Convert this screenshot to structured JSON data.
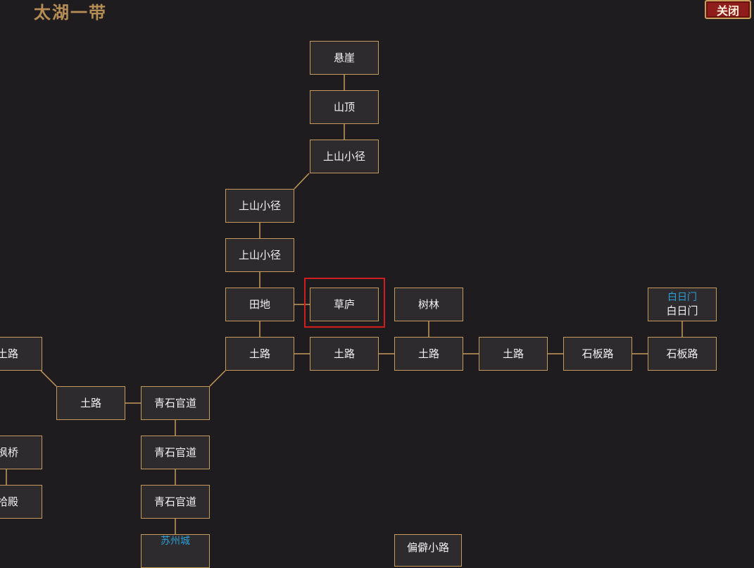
{
  "header": {
    "region_title": "太湖一带",
    "close_label": "关闭"
  },
  "colors": {
    "background": "#1f1c1f",
    "room_fill": "#2d2b2d",
    "room_border": "#c59a5b",
    "link": "#c59a5b",
    "current_marker": "#d21e1e",
    "exit_label": "#2a9fd8",
    "title": "#b68d55",
    "close_button": "#8e1d1b"
  },
  "current_room": "caolu",
  "rooms": [
    {
      "id": "xuanya",
      "label": "悬崖"
    },
    {
      "id": "shanding",
      "label": "山顶"
    },
    {
      "id": "shanjing1",
      "label": "上山小径"
    },
    {
      "id": "shanjing2",
      "label": "上山小径"
    },
    {
      "id": "shanjing3",
      "label": "上山小径"
    },
    {
      "id": "tiandi",
      "label": "田地"
    },
    {
      "id": "caolu",
      "label": "草庐"
    },
    {
      "id": "shulin",
      "label": "树林"
    },
    {
      "id": "bairimen",
      "label": "白日门",
      "exit": "白日门"
    },
    {
      "id": "tulu_left",
      "label": "土路"
    },
    {
      "id": "tulu1",
      "label": "土路"
    },
    {
      "id": "tulu2",
      "label": "土路"
    },
    {
      "id": "tulu3",
      "label": "土路"
    },
    {
      "id": "tulu4",
      "label": "土路"
    },
    {
      "id": "shibanlu1",
      "label": "石板路"
    },
    {
      "id": "shibanlu2",
      "label": "石板路"
    },
    {
      "id": "tulu5",
      "label": "土路"
    },
    {
      "id": "qingshi1",
      "label": "青石官道"
    },
    {
      "id": "fengqiao",
      "label": "枫桥"
    },
    {
      "id": "qingshi2",
      "label": "青石官道"
    },
    {
      "id": "shidian",
      "label": "拾殿"
    },
    {
      "id": "qingshi3",
      "label": "青石官道"
    },
    {
      "id": "suzhou",
      "label": "",
      "exit": "苏州城"
    },
    {
      "id": "pianpi",
      "label": "偏僻小路"
    }
  ]
}
